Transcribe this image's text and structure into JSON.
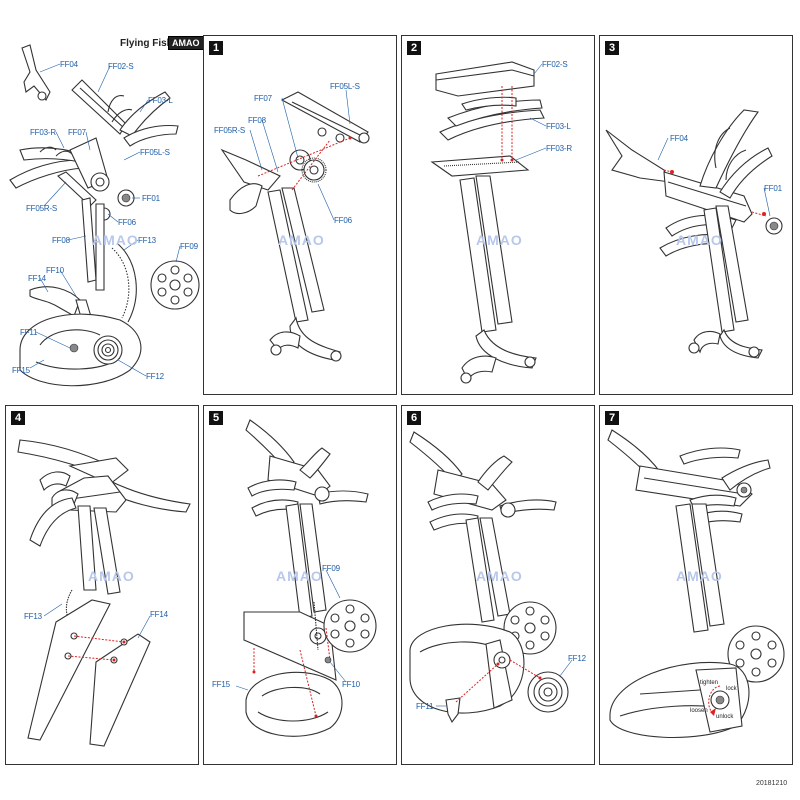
{
  "title": "Flying Fish",
  "brand": "AMAO",
  "watermark": "AMAO",
  "code": "20181210",
  "steps": [
    "1",
    "2",
    "3",
    "4",
    "5",
    "6",
    "7"
  ],
  "overview_labels": [
    "FF04",
    "FF02-S",
    "FF03-L",
    "FF03-R",
    "FF07",
    "FF05L-S",
    "FF05R-S",
    "FF01",
    "FF06",
    "FF08",
    "FF13",
    "FF09",
    "FF10",
    "FF14",
    "FF11",
    "FF15",
    "FF12"
  ],
  "step1_labels": [
    "FF07",
    "FF05L-S",
    "FF08",
    "FF05R-S",
    "FF06"
  ],
  "step2_labels": [
    "FF02-S",
    "FF03-L",
    "FF03-R"
  ],
  "step3_labels": [
    "FF04",
    "FF01"
  ],
  "step4_labels": [
    "FF13",
    "FF14"
  ],
  "step5_labels": [
    "FF09",
    "FF15",
    "FF10"
  ],
  "step6_labels": [
    "FF12",
    "FF11"
  ],
  "step7_labels": [
    "tighten",
    "lock",
    "loosen",
    "unlock"
  ]
}
